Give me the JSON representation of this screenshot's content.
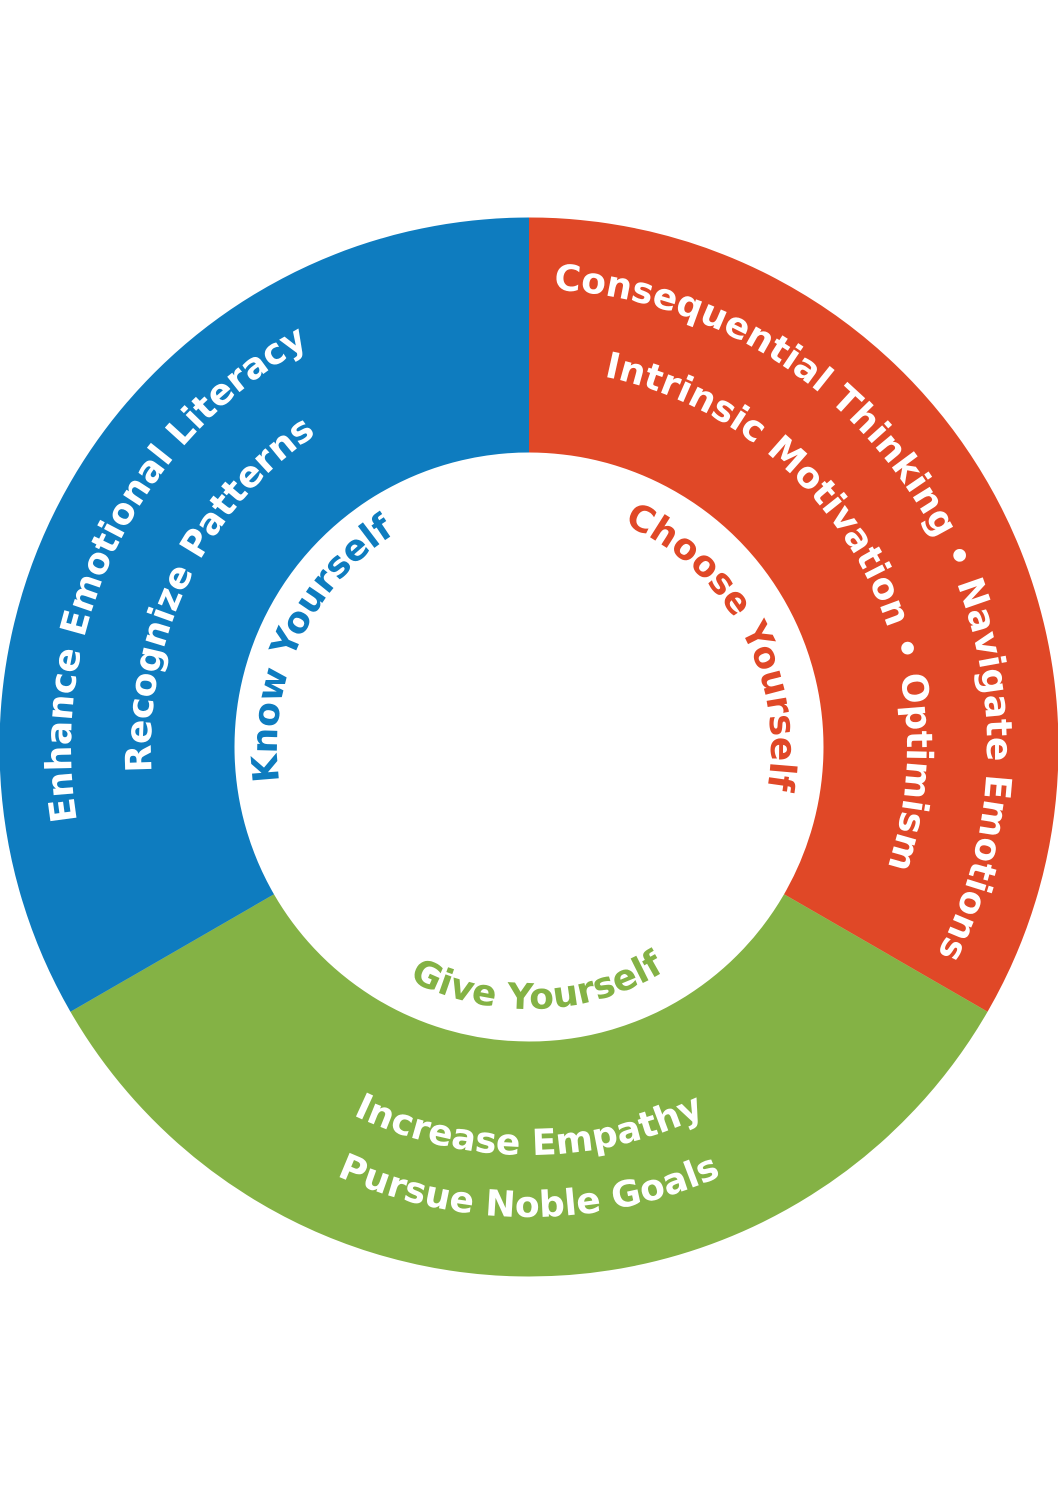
{
  "background_color": "#FFFFFF",
  "ring_text_color": "#FFFFFF",
  "segments": [
    {
      "id": "know-yourself",
      "color": "#0E7CBF",
      "outer_line": "Enhance Emotional Literacy",
      "inner_line": "Recognize Patterns",
      "center_label": "Know Yourself"
    },
    {
      "id": "choose-yourself",
      "color": "#E04827",
      "outer_line": "Consequential Thinking • Navigate Emotions",
      "inner_line": "Intrinsic Motivation • Optimism",
      "center_label": "Choose Yourself"
    },
    {
      "id": "give-yourself",
      "color": "#84B245",
      "outer_line": "Pursue Noble Goals",
      "inner_line": "Increase Empathy",
      "center_label": "Give Yourself"
    }
  ]
}
